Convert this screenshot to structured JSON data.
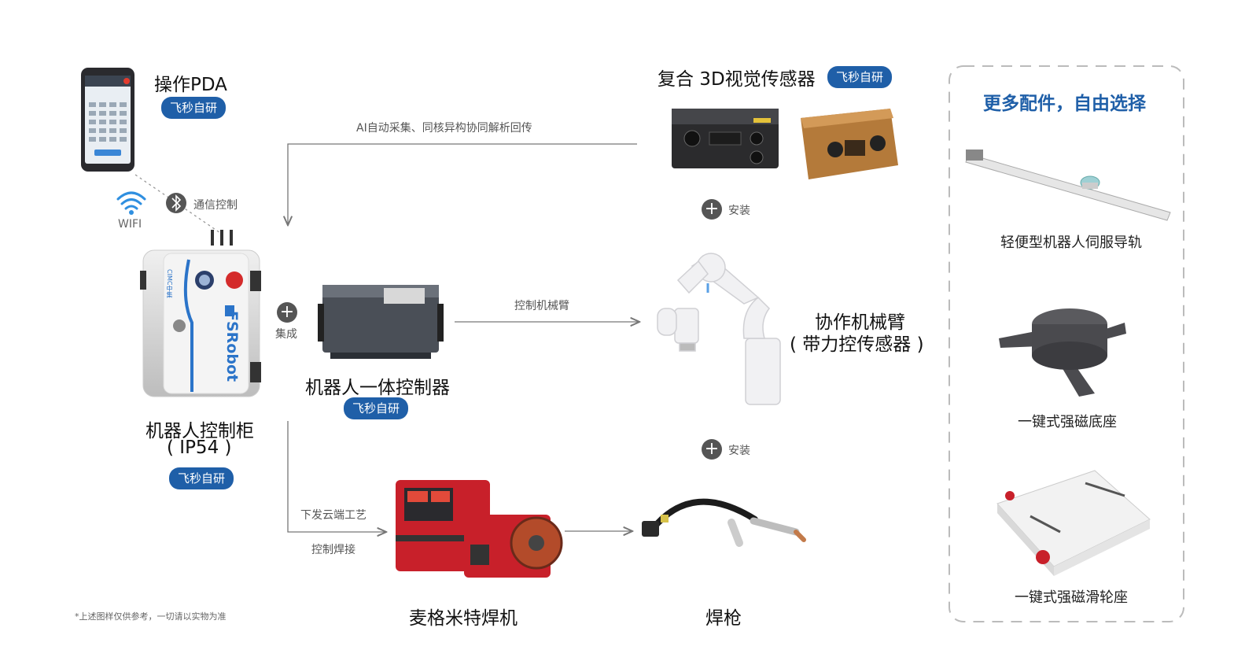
{
  "pda": {
    "title": "操作PDA",
    "badge": "飞秒自研"
  },
  "wifi_label": "WIFI",
  "comm_label": "通信控制",
  "cabinet": {
    "line1": "机器人控制柜",
    "line2": "( IP54 )",
    "badge": "飞秒自研",
    "brand": "FSRobot",
    "maker": "CIMC中集"
  },
  "integrate_label": "集成",
  "controller": {
    "title": "机器人一体控制器",
    "badge": "飞秒自研"
  },
  "sensor": {
    "title": "复合 3D视觉传感器",
    "badge": "飞秒自研"
  },
  "sensor_arrow_label": "AI自动采集、同核异构协同解析回传",
  "install_label_top": "安装",
  "arm_arrow_label": "控制机械臂",
  "arm": {
    "line1": "协作机械臂",
    "line2": "( 带力控传感器 )"
  },
  "install_label_bottom": "安装",
  "weld_arrow_label1": "下发云端工艺",
  "weld_arrow_label2": "控制焊接",
  "welder": {
    "title": "麦格米特焊机"
  },
  "torch": {
    "title": "焊枪"
  },
  "accessories": {
    "title": "更多配件，自由选择",
    "items": [
      "轻便型机器人伺服导轨",
      "一键式强磁底座",
      "一键式强磁滑轮座"
    ]
  },
  "footnote": "*上述图样仅供参考，一切请以实物为准",
  "colors": {
    "badge": "#1f5fa8",
    "accent_red": "#c8202a",
    "line": "#777777",
    "dash": "#bbbbbb"
  }
}
